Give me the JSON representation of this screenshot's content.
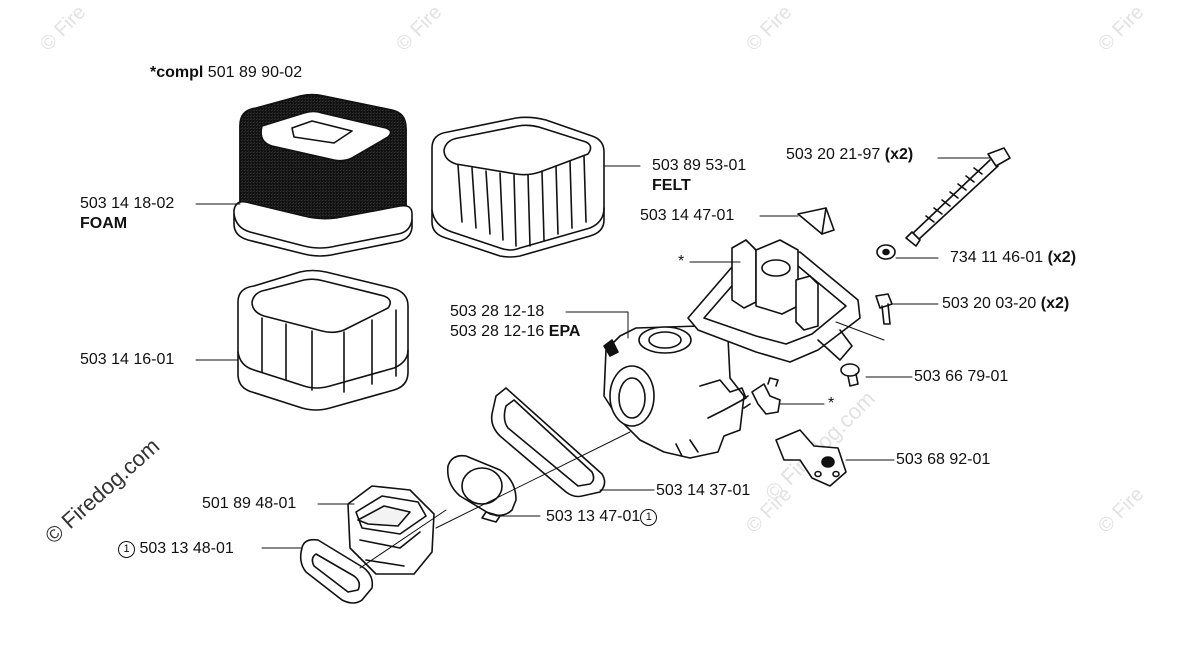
{
  "watermark": {
    "text": "© Firedog.com",
    "short": "© Fire"
  },
  "brand_watermark": "© Firedog.com",
  "asterisk": "*",
  "circled_mark": "1",
  "labels": {
    "compl_prefix": "*compl",
    "compl_number": "501 89 90-02",
    "foam_number": "503 14 18-02",
    "foam_name": "FOAM",
    "felt_number": "503 89 53-01",
    "felt_name": "FELT",
    "frame_number": "503 14 16-01",
    "carb_number": "503 28 12-18",
    "carb_epa_number": "503 28 12-16",
    "carb_epa_tag": "EPA",
    "bolt_number": "503 20 21-97",
    "qty_x2": "(x2)",
    "wedge_number": "503 14 47-01",
    "washer_number": "734 11 46-01",
    "screw_number": "503 20 03-20",
    "plug_number": "503 66 79-01",
    "valve_number": "503 68 92-01",
    "gasket_seal_number": "503 14 37-01",
    "gasket_small_number": "503 13 47-01",
    "manifold_number": "501 89 48-01",
    "gasket_bottom_number": "503 13 48-01"
  },
  "colors": {
    "line": "#111111",
    "watermark": "#e2e2e2",
    "mesh": "#d9d9d9"
  }
}
